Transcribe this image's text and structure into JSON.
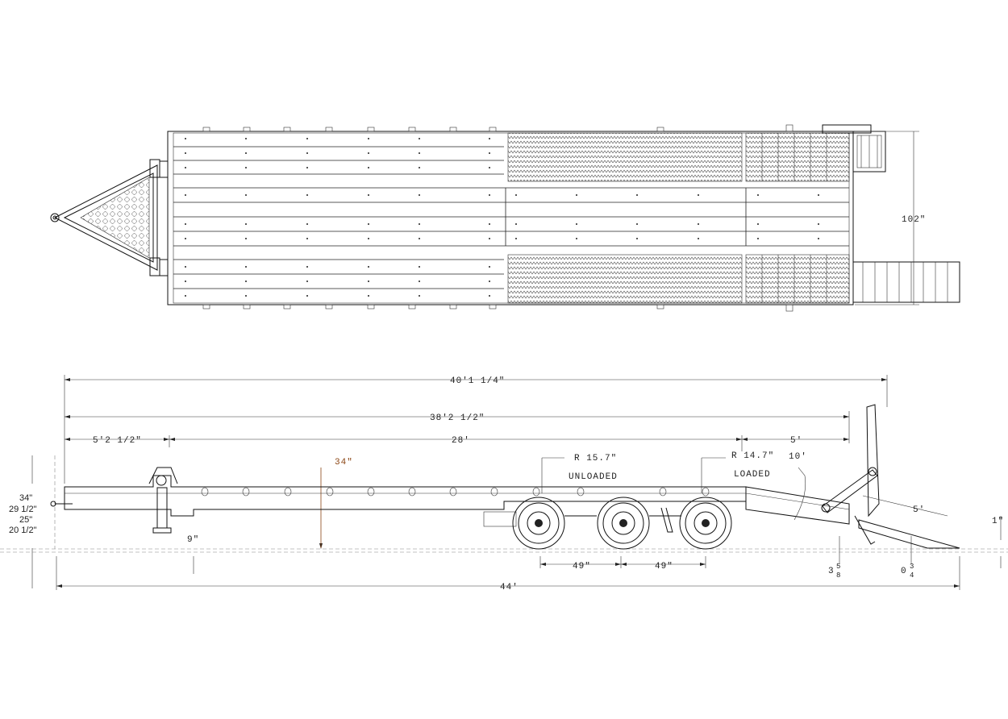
{
  "colors": {
    "line": "#111111",
    "accent": "#8b4513",
    "background": "#ffffff"
  },
  "top_view": {
    "width_label": "102\""
  },
  "side_view": {
    "overall_length": "40'1 1/4\"",
    "deck_length": "38'2 1/2\"",
    "gooseneck_length": "5'2 1/2\"",
    "main_deck_length": "28'",
    "beavertail_length": "5'",
    "radius_unloaded": "R 15.7\"",
    "unloaded_label": "UNLOADED",
    "radius_loaded": "R 14.7\"",
    "loaded_label": "LOADED",
    "ramp_angle": "10'",
    "ramp_length": "5'",
    "deck_height": "34\"",
    "heights": [
      "34\"",
      "29 1/2\"",
      "25\"",
      "20 1/2\""
    ],
    "jack_clearance": "9\"",
    "axle_spacing_1": "49\"",
    "axle_spacing_2": "49\"",
    "total_length": "44'",
    "ground_clearance_label": "1\"",
    "tail_clearance_whole": "3",
    "tail_clearance_num": "5",
    "tail_clearance_den": "8",
    "ramp_clearance_whole": "0",
    "ramp_clearance_num": "3",
    "ramp_clearance_den": "4"
  }
}
